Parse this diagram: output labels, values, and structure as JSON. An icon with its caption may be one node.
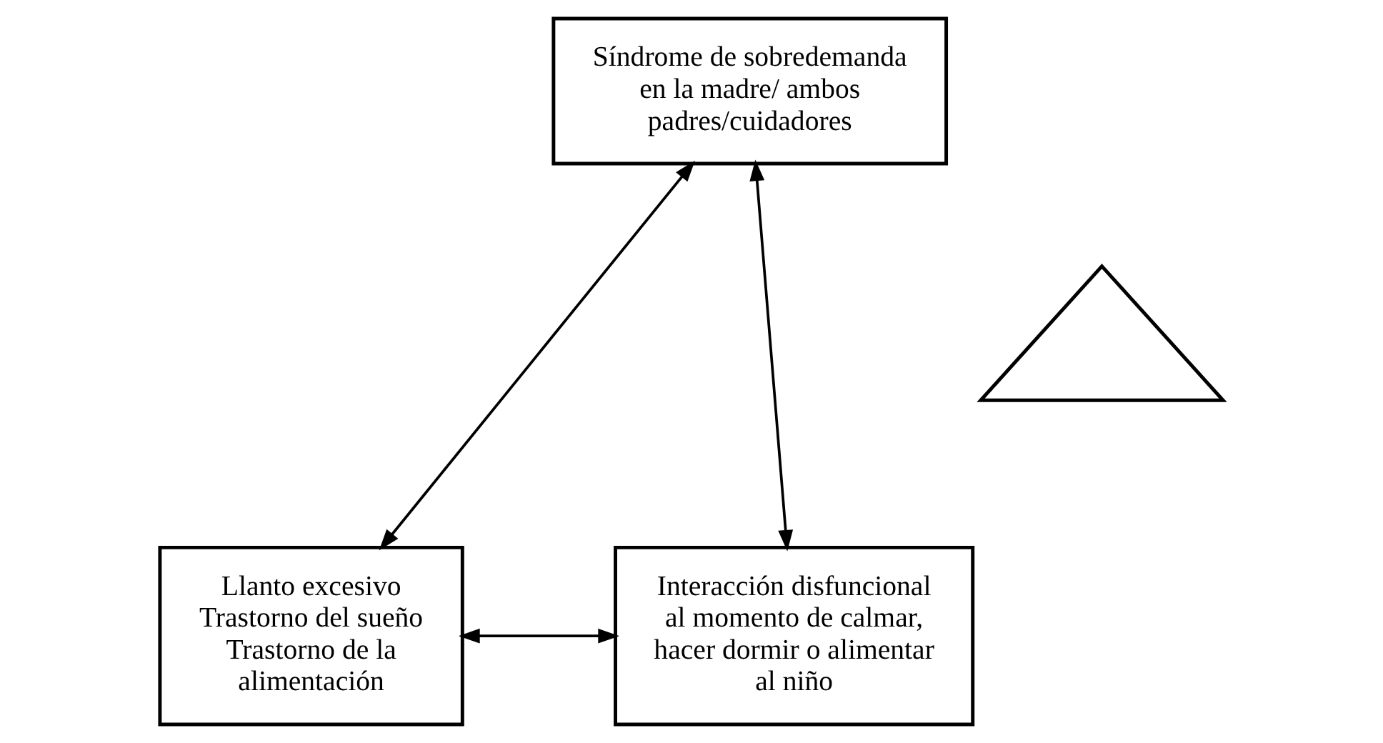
{
  "diagram": {
    "nodes": [
      {
        "text": [
          "Síndrome de sobredemanda en la madre/ ambos padres/cuidadores"
        ]
      },
      {
        "text": [
          "Llanto excesivo",
          "Trastorno del sueño",
          "Trastorno de la alimentación"
        ]
      },
      {
        "text": [
          "Interacción disfuncional al momento de calmar, hacer dormir o alimentar al niño"
        ]
      },
      {
        "text": [],
        "shape": "triangle"
      }
    ],
    "edges": [
      {
        "from": 0,
        "to": 1,
        "arrow": "both"
      },
      {
        "from": 0,
        "to": 2,
        "arrow": "both"
      },
      {
        "from": 1,
        "to": 2,
        "arrow": "both"
      }
    ]
  }
}
